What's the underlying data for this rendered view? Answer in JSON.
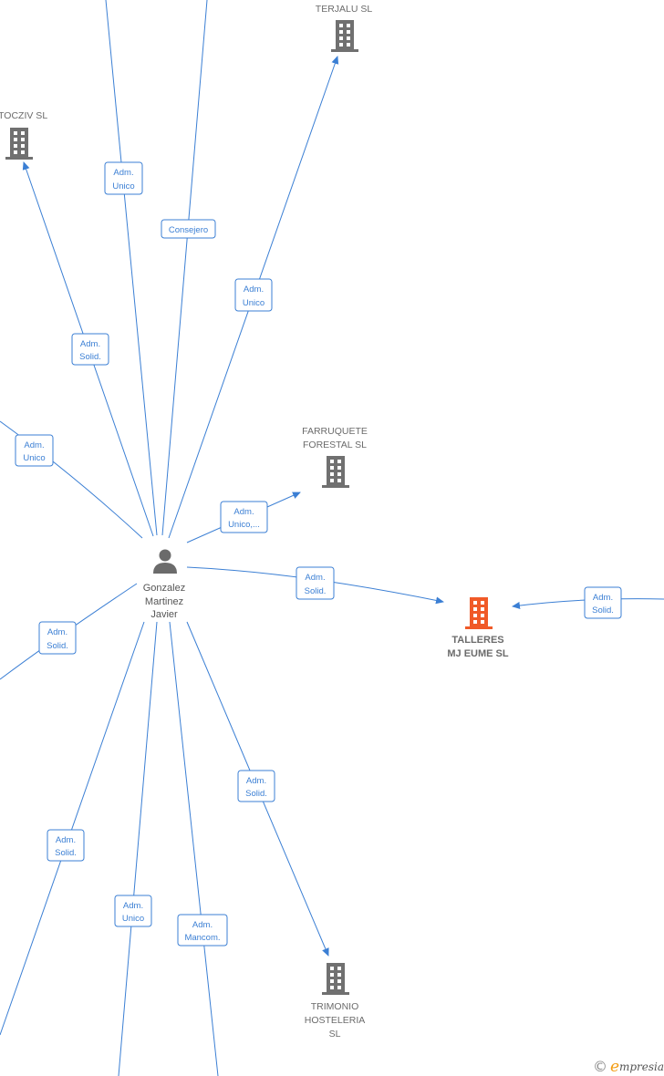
{
  "person": {
    "name_lines": [
      "Gonzalez",
      "Martinez",
      "Javier"
    ],
    "icon": "person-icon"
  },
  "companies": [
    {
      "id": "terjalu",
      "name_lines": [
        "TERJALU  SL"
      ],
      "icon": "building-icon",
      "highlight": false
    },
    {
      "id": "atocziv",
      "name_lines": [
        "ATOCZIV  SL"
      ],
      "icon": "building-icon",
      "highlight": false
    },
    {
      "id": "farruquete",
      "name_lines": [
        "FARRUQUETE",
        "FORESTAL  SL"
      ],
      "icon": "building-icon",
      "highlight": false
    },
    {
      "id": "talleres",
      "name_lines": [
        "TALLERES",
        "MJ EUME  SL"
      ],
      "icon": "building-icon",
      "highlight": true
    },
    {
      "id": "trimonio",
      "name_lines": [
        "TRIMONIO",
        "HOSTELERIA",
        "SL"
      ],
      "icon": "building-icon",
      "highlight": false
    }
  ],
  "roles": [
    {
      "id": "r1",
      "lines": [
        "Adm.",
        "Unico"
      ]
    },
    {
      "id": "r2",
      "lines": [
        "Consejero"
      ]
    },
    {
      "id": "r3",
      "lines": [
        "Adm.",
        "Unico"
      ]
    },
    {
      "id": "r4",
      "lines": [
        "Adm.",
        "Solid."
      ]
    },
    {
      "id": "r5",
      "lines": [
        "Adm.",
        "Unico"
      ]
    },
    {
      "id": "r6",
      "lines": [
        "Adm.",
        "Unico,..."
      ]
    },
    {
      "id": "r7",
      "lines": [
        "Adm.",
        "Solid."
      ]
    },
    {
      "id": "r8",
      "lines": [
        "Adm.",
        "Solid."
      ]
    },
    {
      "id": "r9",
      "lines": [
        "Adm.",
        "Solid."
      ]
    },
    {
      "id": "r10",
      "lines": [
        "Adm.",
        "Solid."
      ]
    },
    {
      "id": "r11",
      "lines": [
        "Adm.",
        "Solid."
      ]
    },
    {
      "id": "r12",
      "lines": [
        "Adm.",
        "Unico"
      ]
    },
    {
      "id": "r13",
      "lines": [
        "Adm.",
        "Mancom."
      ]
    }
  ],
  "colors": {
    "edge": "#3b7fd4",
    "building": "#707070",
    "highlight": "#f05a28",
    "person": "#6b6b6b"
  },
  "watermark": {
    "symbol": "©",
    "brand_initial": "e",
    "brand_rest": "mpresia"
  }
}
